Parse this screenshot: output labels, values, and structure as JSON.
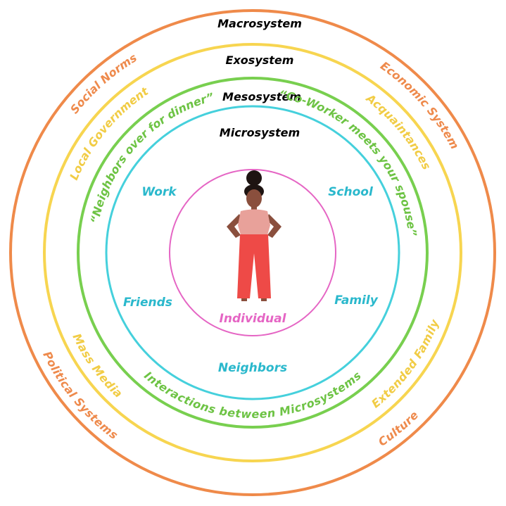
{
  "colors": {
    "macro": "#ef8a4a",
    "exo": "#f7d550",
    "meso": "#78cf4f",
    "micro": "#45d0dc",
    "individual": "#e565c4",
    "micro_text": "#2ab8cc",
    "exo_text": "#f1cc45",
    "meso_text": "#6dc344",
    "macro_text": "#ee8a4c",
    "skin": "#8a4f3d",
    "hair": "#1e1412",
    "top": "#e8a19a",
    "pants": "#ee4a47"
  },
  "systems": {
    "macro": "Macrosystem",
    "exo": "Exosystem",
    "meso": "Mesosystem",
    "micro": "Microsystem"
  },
  "macro_items": {
    "social_norms": "Social Norms",
    "economic_system": "Economic System",
    "political_systems": "Political Systems",
    "culture": "Culture"
  },
  "exo_items": {
    "local_government": "Local Government",
    "acquaintances": "Acquaintances",
    "mass_media": "Mass Media",
    "extended_family": "Extended Family"
  },
  "meso_items": {
    "neighbors_dinner": "“Neighbors over for dinner”",
    "coworker_spouse": "“Co-Worker meets your spouse”",
    "interactions": "Interactions between Microsystems"
  },
  "micro_items": {
    "work": "Work",
    "school": "School",
    "friends": "Friends",
    "family": "Family",
    "neighbors": "Neighbors"
  },
  "center": {
    "label": "Individual",
    "figure_icon": "person-standing-icon"
  }
}
